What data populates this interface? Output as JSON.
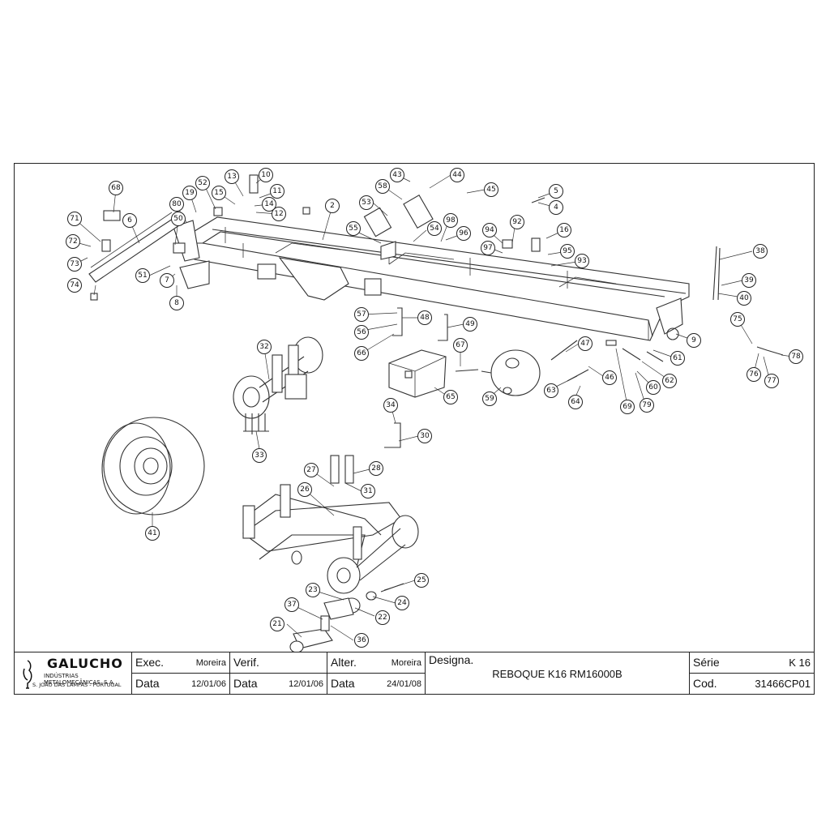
{
  "title_block": {
    "company": "GALUCHO",
    "company_sub1": "INDÚSTRIAS METALOMECÂNICAS, S.A.",
    "company_sub2": "S. JOÃO DAS LAMPAS - PORTUGAL",
    "exec_label": "Exec.",
    "exec_value": "Moreira",
    "exec_date_label": "Data",
    "exec_date": "12/01/06",
    "verif_label": "Verif.",
    "verif_value": "",
    "verif_date_label": "Data",
    "verif_date": "12/01/06",
    "alter_label": "Alter.",
    "alter_value": "Moreira",
    "alter_date_label": "Data",
    "alter_date": "24/01/08",
    "designa_label": "Designa.",
    "designa_value": "REBOQUE K16 RM16000B",
    "serie_label": "Série",
    "serie_value": "K 16",
    "cod_label": "Cod.",
    "cod_value": "31466CP01"
  },
  "callouts": [
    "2",
    "4",
    "5",
    "6",
    "7",
    "8",
    "9",
    "10",
    "11",
    "12",
    "13",
    "14",
    "15",
    "16",
    "19",
    "21",
    "22",
    "23",
    "24",
    "25",
    "26",
    "27",
    "28",
    "30",
    "31",
    "32",
    "33",
    "34",
    "36",
    "37",
    "38",
    "39",
    "40",
    "41",
    "43",
    "44",
    "45",
    "46",
    "47",
    "48",
    "49",
    "50",
    "51",
    "52",
    "53",
    "54",
    "55",
    "56",
    "57",
    "58",
    "59",
    "60",
    "61",
    "62",
    "63",
    "64",
    "65",
    "66",
    "67",
    "68",
    "69",
    "71",
    "72",
    "73",
    "74",
    "75",
    "76",
    "77",
    "78",
    "79",
    "80",
    "92",
    "93",
    "94",
    "95",
    "96",
    "97",
    "98"
  ]
}
